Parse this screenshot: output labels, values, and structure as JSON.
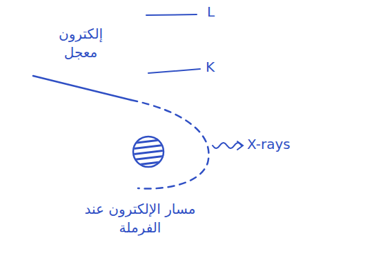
{
  "diagram": {
    "labels": [
      "L",
      "K",
      "إلكترون معجل",
      "X-rays",
      "مسار الإلكترون عند الفرملة"
    ]
  }
}
